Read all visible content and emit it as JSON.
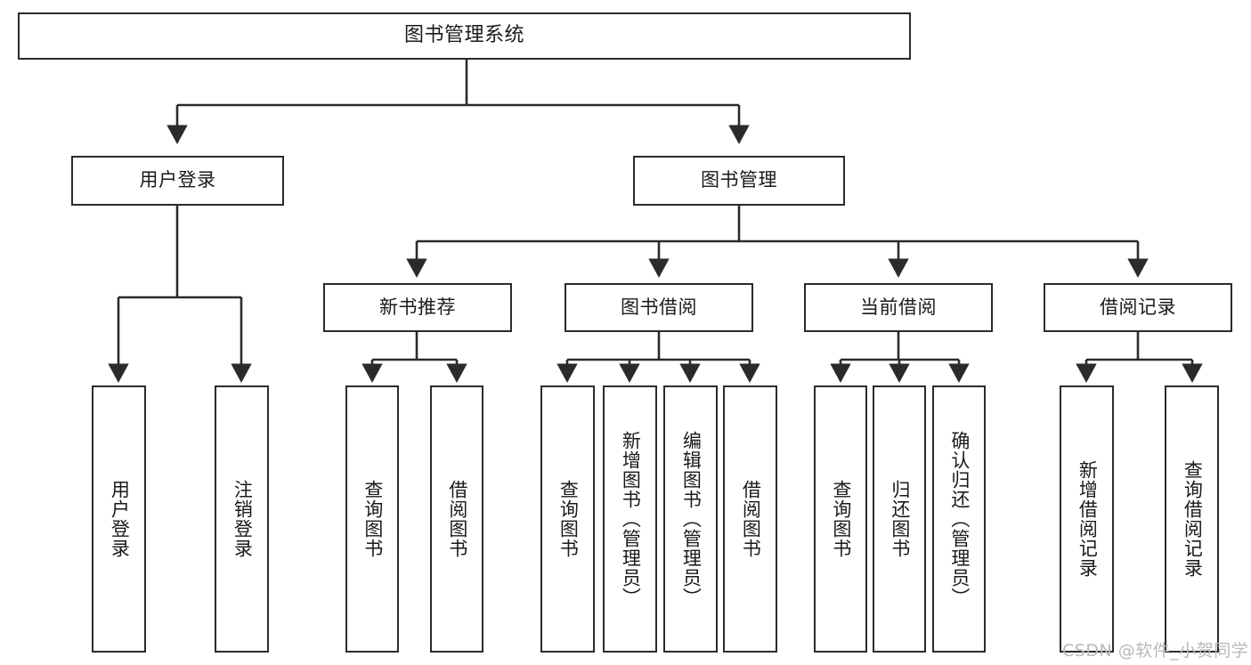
{
  "diagram": {
    "title": "图书管理系统",
    "type": "tree",
    "root": {
      "label": "图书管理系统"
    },
    "level1": [
      {
        "id": "user-login",
        "label": "用户登录"
      },
      {
        "id": "book-manage",
        "label": "图书管理"
      }
    ],
    "level2": [
      {
        "id": "new-book-recommend",
        "label": "新书推荐"
      },
      {
        "id": "book-borrow",
        "label": "图书借阅"
      },
      {
        "id": "current-borrow",
        "label": "当前借阅"
      },
      {
        "id": "borrow-record",
        "label": "借阅记录"
      }
    ],
    "leaves": [
      {
        "id": "leaf-user-login",
        "label": "用户登录"
      },
      {
        "id": "leaf-logout",
        "label": "注销登录"
      },
      {
        "id": "leaf-query-book-1",
        "label": "查询图书"
      },
      {
        "id": "leaf-borrow-book-1",
        "label": "借阅图书"
      },
      {
        "id": "leaf-query-book-2",
        "label": "查询图书"
      },
      {
        "id": "leaf-add-book",
        "label": "新增图书（管理员）"
      },
      {
        "id": "leaf-edit-book",
        "label": "编辑图书（管理员）"
      },
      {
        "id": "leaf-borrow-book-2",
        "label": "借阅图书"
      },
      {
        "id": "leaf-query-book-3",
        "label": "查询图书"
      },
      {
        "id": "leaf-return-book",
        "label": "归还图书"
      },
      {
        "id": "leaf-confirm-return",
        "label": "确认归还（管理员）"
      },
      {
        "id": "leaf-add-record",
        "label": "新增借阅记录"
      },
      {
        "id": "leaf-query-record",
        "label": "查询借阅记录"
      }
    ],
    "colors": {
      "stroke": "#2b2b2b",
      "fill": "#ffffff",
      "text": "#1a1a1a",
      "watermark": "#b9b9b9"
    }
  },
  "watermark": {
    "text": "CSDN @软件_小贺同学"
  }
}
